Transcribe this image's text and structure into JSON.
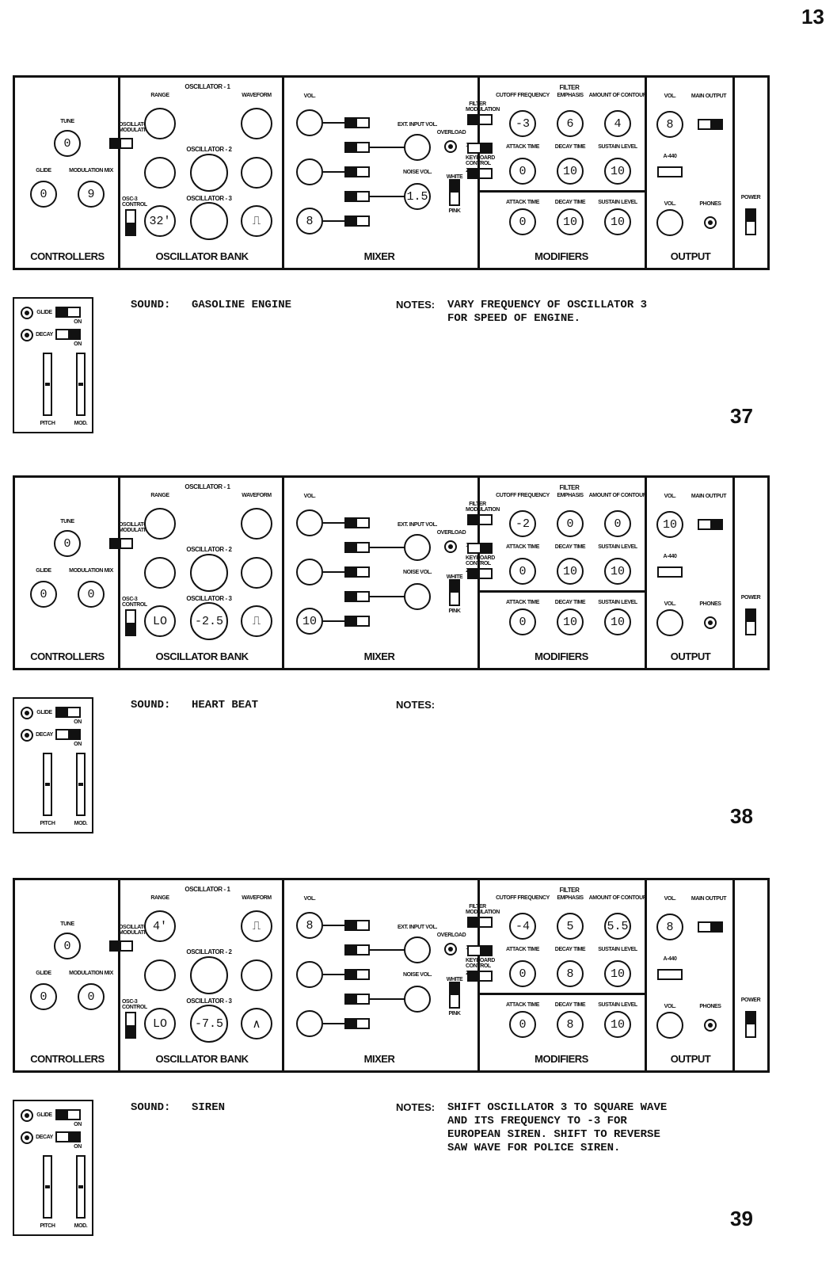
{
  "page_number": "13",
  "labels": {
    "controllers": "CONTROLLERS",
    "oscillator_bank": "OSCILLATOR BANK",
    "mixer": "MIXER",
    "modifiers": "MODIFIERS",
    "output": "OUTPUT",
    "tune": "TUNE",
    "glide": "GLIDE",
    "modulation_mix": "MODULATION MIX",
    "osc_modulation": "OSCILLATOR MODULATION",
    "osc1": "OSCILLATOR - 1",
    "osc2": "OSCILLATOR - 2",
    "osc3": "OSCILLATOR - 3",
    "range": "RANGE",
    "waveform": "WAVEFORM",
    "osc3_control": "OSC-3 CONTROL",
    "vol": "VOL.",
    "on": "ON",
    "ext_input_vol": "EXT. INPUT VOL.",
    "overload": "OVERLOAD",
    "noise_vol": "NOISE VOL.",
    "white": "WHITE",
    "pink": "PINK",
    "filter_modulation": "FILTER MODULATION",
    "keyboard_control": "KEYBOARD CONTROL",
    "filter": "FILTER",
    "cutoff_frequency": "CUTOFF FREQUENCY",
    "emphasis": "EMPHASIS",
    "amount_of_contour": "AMOUNT OF CONTOUR",
    "attack_time": "ATTACK TIME",
    "decay_time": "DECAY TIME",
    "sustain_level": "SUSTAIN LEVEL",
    "main_output": "MAIN OUTPUT",
    "a440": "A-440",
    "phones": "PHONES",
    "power": "POWER",
    "glide_sw": "GLIDE",
    "decay_sw": "DECAY",
    "pitch": "PITCH",
    "mod": "MOD.",
    "sound": "SOUND:",
    "notes": "NOTES:",
    "one": "1",
    "two": "2"
  },
  "patches": [
    {
      "number": "37",
      "sound": "GASOLINE ENGINE",
      "notes": "VARY FREQUENCY OF OSCILLATOR 3\nFOR SPEED OF ENGINE.",
      "tune": "0",
      "glide": "0",
      "mod_mix": "9",
      "osc1_range": "",
      "osc3_range": "32'",
      "osc3_freq": "",
      "osc1_wave": "",
      "osc3_wave": "⎍",
      "mix_vol1": "",
      "mix_vol3": "8",
      "noise_vol": "1.5",
      "cutoff": "-3",
      "emphasis": "6",
      "contour": "4",
      "f_attack": "0",
      "f_decay": "10",
      "f_sustain": "10",
      "l_attack": "0",
      "l_decay": "10",
      "l_sustain": "10",
      "out_vol": "8"
    },
    {
      "number": "38",
      "sound": "HEART BEAT",
      "notes": "",
      "tune": "0",
      "glide": "0",
      "mod_mix": "0",
      "osc1_range": "",
      "osc3_range": "LO",
      "osc3_freq": "-2.5",
      "osc1_wave": "",
      "osc3_wave": "⎍",
      "mix_vol1": "",
      "mix_vol3": "10",
      "noise_vol": "",
      "cutoff": "-2",
      "emphasis": "0",
      "contour": "0",
      "f_attack": "0",
      "f_decay": "10",
      "f_sustain": "10",
      "l_attack": "0",
      "l_decay": "10",
      "l_sustain": "10",
      "out_vol": "10"
    },
    {
      "number": "39",
      "sound": "SIREN",
      "notes": "SHIFT OSCILLATOR 3 TO SQUARE WAVE\nAND ITS FREQUENCY TO -3 FOR\nEUROPEAN SIREN. SHIFT TO REVERSE\nSAW WAVE FOR POLICE SIREN.",
      "tune": "0",
      "glide": "0",
      "mod_mix": "0",
      "osc1_range": "4'",
      "osc3_range": "LO",
      "osc3_freq": "-7.5",
      "osc1_wave": "⎍",
      "osc3_wave": "∧",
      "mix_vol1": "8",
      "mix_vol3": "",
      "noise_vol": "",
      "cutoff": "-4",
      "emphasis": "5",
      "contour": "5.5",
      "f_attack": "0",
      "f_decay": "8",
      "f_sustain": "10",
      "l_attack": "0",
      "l_decay": "8",
      "l_sustain": "10",
      "out_vol": "8"
    }
  ]
}
